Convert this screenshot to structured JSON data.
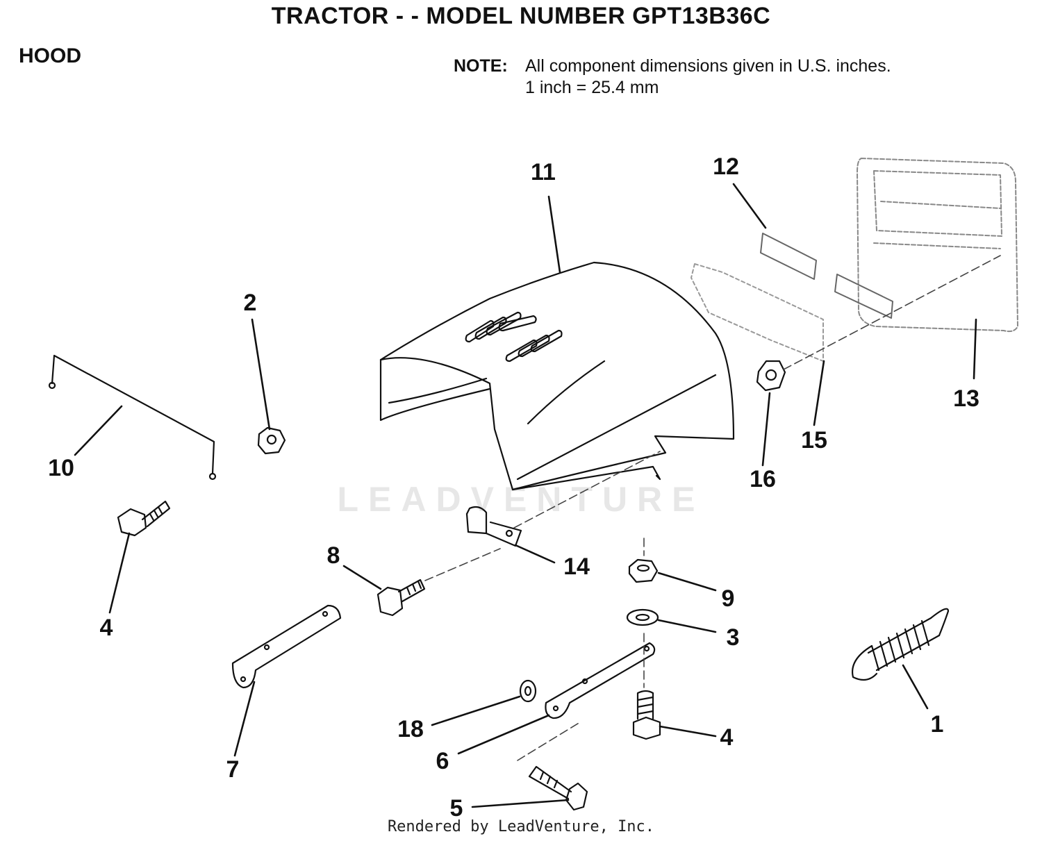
{
  "header": {
    "title": "TRACTOR  - - MODEL NUMBER GPT13B36C",
    "section": "HOOD"
  },
  "note": {
    "label": "NOTE:",
    "line1": "All component dimensions given in U.S. inches.",
    "line2": "1 inch = 25.4 mm"
  },
  "watermark": "LEADVENTURE",
  "footer": "Rendered by LeadVenture, Inc.",
  "callouts": {
    "c1": "1",
    "c2": "2",
    "c3": "3",
    "c4a": "4",
    "c4b": "4",
    "c5": "5",
    "c6": "6",
    "c7": "7",
    "c8": "8",
    "c9": "9",
    "c10": "10",
    "c11": "11",
    "c12": "12",
    "c13": "13",
    "c14": "14",
    "c15": "15",
    "c16": "16",
    "c18": "18"
  }
}
